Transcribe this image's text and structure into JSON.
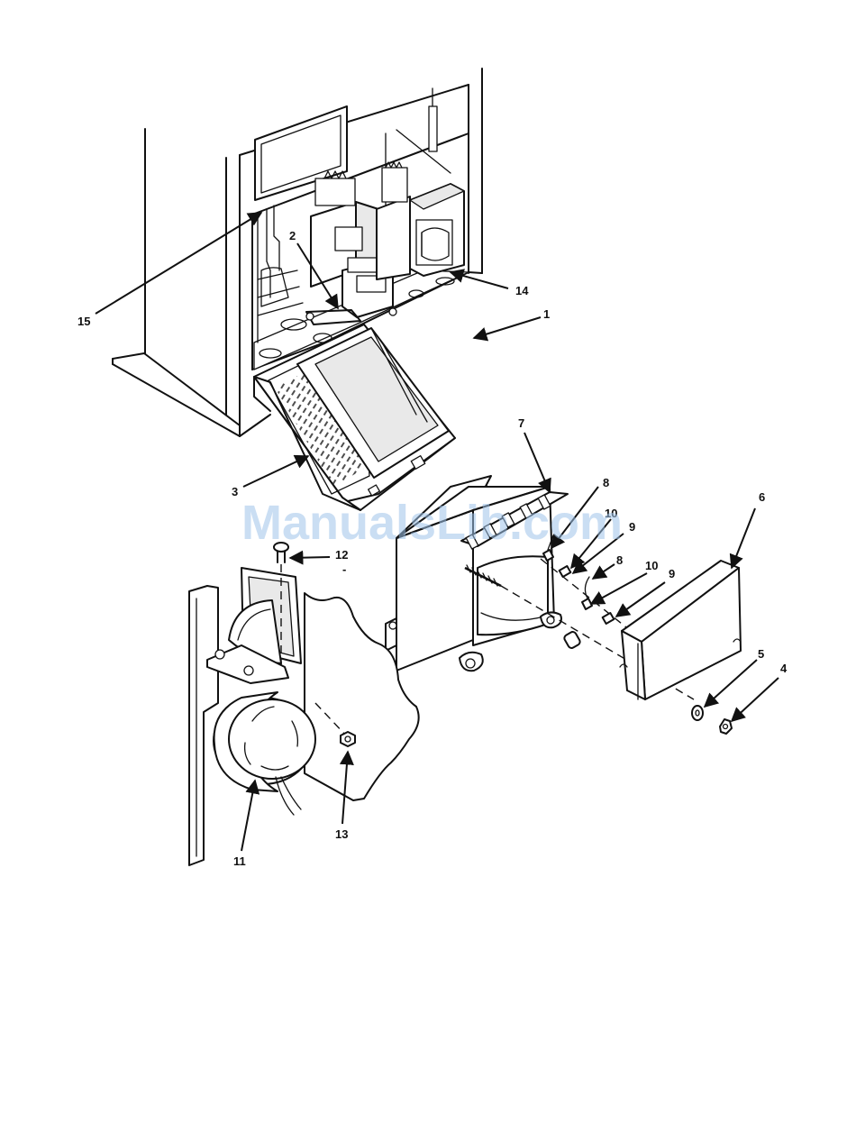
{
  "watermark": "ManualsLib.com",
  "callouts": {
    "c1": "1",
    "c2": "2",
    "c3": "3",
    "c4": "4",
    "c5": "5",
    "c6": "6",
    "c7": "7",
    "c8a": "8",
    "c8b": "8",
    "c9a": "9",
    "c9b": "9",
    "c10a": "10",
    "c10b": "10",
    "c11": "11",
    "c12": "12",
    "c13": "13",
    "c14": "14",
    "c15": "15"
  },
  "stray_marks": {
    "dash": "-"
  },
  "colors": {
    "line": "#111111",
    "watermark": "#9ec3ea"
  }
}
